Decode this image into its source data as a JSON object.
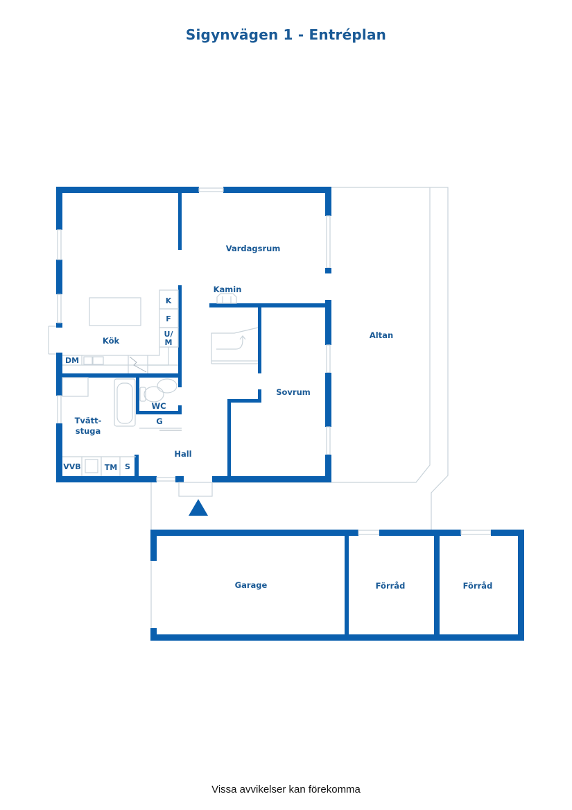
{
  "title": "Sigynvägen 1 - Entréplan",
  "footer": "Vissa avvikelser kan förekomma",
  "colors": {
    "wall": "#0a5fae",
    "label": "#1a5a96",
    "outline": "#c9d3da"
  },
  "rooms": {
    "vardagsrum": "Vardagsrum",
    "kamin": "Kamin",
    "kok": "Kök",
    "altan": "Altan",
    "sovrum": "Sovrum",
    "tvattstuga_1": "Tvätt-",
    "tvattstuga_2": "stuga",
    "wc": "WC",
    "g": "G",
    "hall": "Hall",
    "garage": "Garage",
    "forrad_1": "Förråd",
    "forrad_2": "Förråd"
  },
  "fixtures": {
    "k": "K",
    "f": "F",
    "um_1": "U/",
    "um_2": "M",
    "dm": "DM",
    "vvb": "VVB",
    "tm": "TM",
    "s": "S"
  },
  "icons": {
    "entrance": "entrance-arrow-icon",
    "stairs": "stairs-up-icon",
    "fireplace": "fireplace-icon"
  }
}
